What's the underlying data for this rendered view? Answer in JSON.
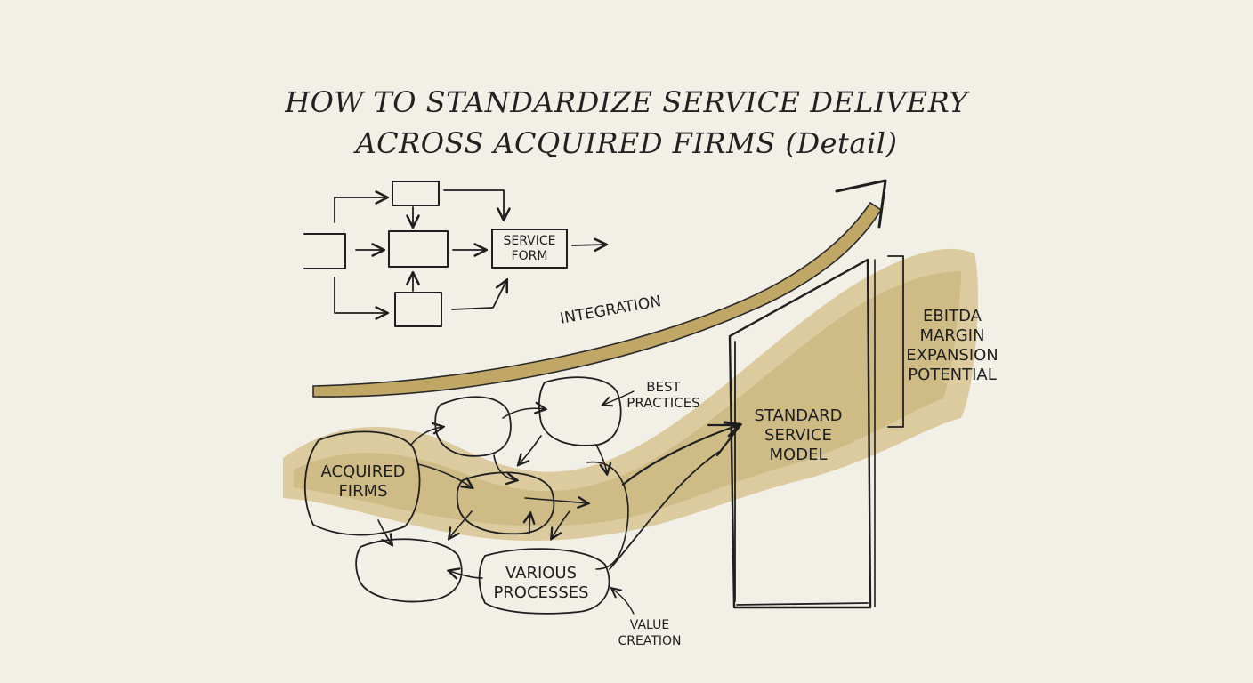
{
  "title": {
    "line1": "HOW TO STANDARDIZE SERVICE DELIVERY",
    "line2": "ACROSS ACQUIRED FIRMS (Detail)"
  },
  "flowchart": {
    "service_form": "SERVICE\nFORM"
  },
  "labels": {
    "integration": "INTEGRATION",
    "best_practices": "BEST\nPRACTICES",
    "acquired_firms": "ACQUIRED\nFIRMS",
    "various_processes": "VARIOUS\nPROCESSES",
    "value_creation": "VALUE\nCREATION",
    "standard_service_model": "STANDARD\nSERVICE\nMODEL",
    "ebitda": "EBITDA\nMARGIN\nEXPANSION\nPOTENTIAL"
  },
  "colors": {
    "paper": "#f2efe7",
    "ink": "#1f1f1f",
    "wash": "#c9ad63",
    "wash_dark": "#a98a3d"
  }
}
